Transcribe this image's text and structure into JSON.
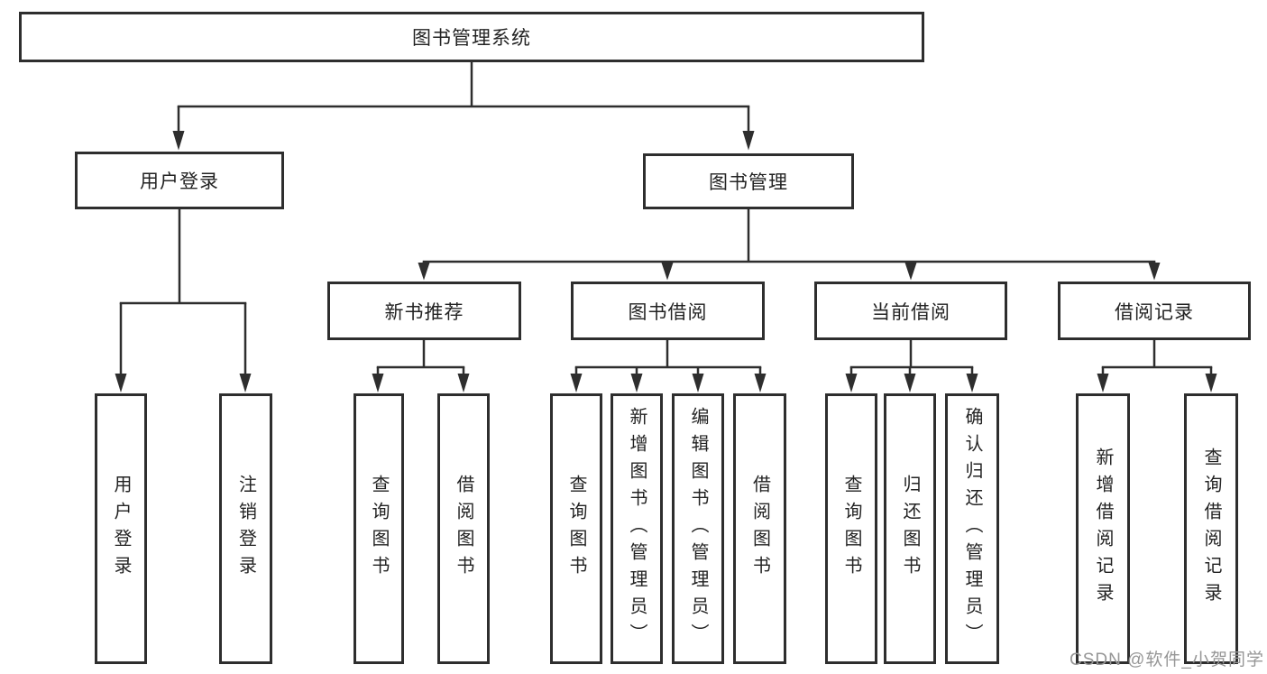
{
  "tree": {
    "root": {
      "label": "图书管理系统",
      "children": [
        {
          "label": "用户登录",
          "children": [
            {
              "label": "用户登录"
            },
            {
              "label": "注销登录"
            }
          ]
        },
        {
          "label": "图书管理",
          "children": [
            {
              "label": "新书推荐",
              "children": [
                {
                  "label": "查询图书"
                },
                {
                  "label": "借阅图书"
                }
              ]
            },
            {
              "label": "图书借阅",
              "children": [
                {
                  "label": "查询图书"
                },
                {
                  "label": "新增图书（管理员）"
                },
                {
                  "label": "编辑图书（管理员）"
                },
                {
                  "label": "借阅图书"
                }
              ]
            },
            {
              "label": "当前借阅",
              "children": [
                {
                  "label": "查询图书"
                },
                {
                  "label": "归还图书"
                },
                {
                  "label": "确认归还（管理员）"
                }
              ]
            },
            {
              "label": "借阅记录",
              "children": [
                {
                  "label": "新增借阅记录"
                },
                {
                  "label": "查询借阅记录"
                }
              ]
            }
          ]
        }
      ]
    }
  },
  "watermark": "CSDN @软件_小贺同学",
  "colors": {
    "line": "#2e2e2e",
    "box_border": "#2e2e2e",
    "box_fill": "#ffffff",
    "text": "#232323",
    "watermark_text": "#969696"
  }
}
